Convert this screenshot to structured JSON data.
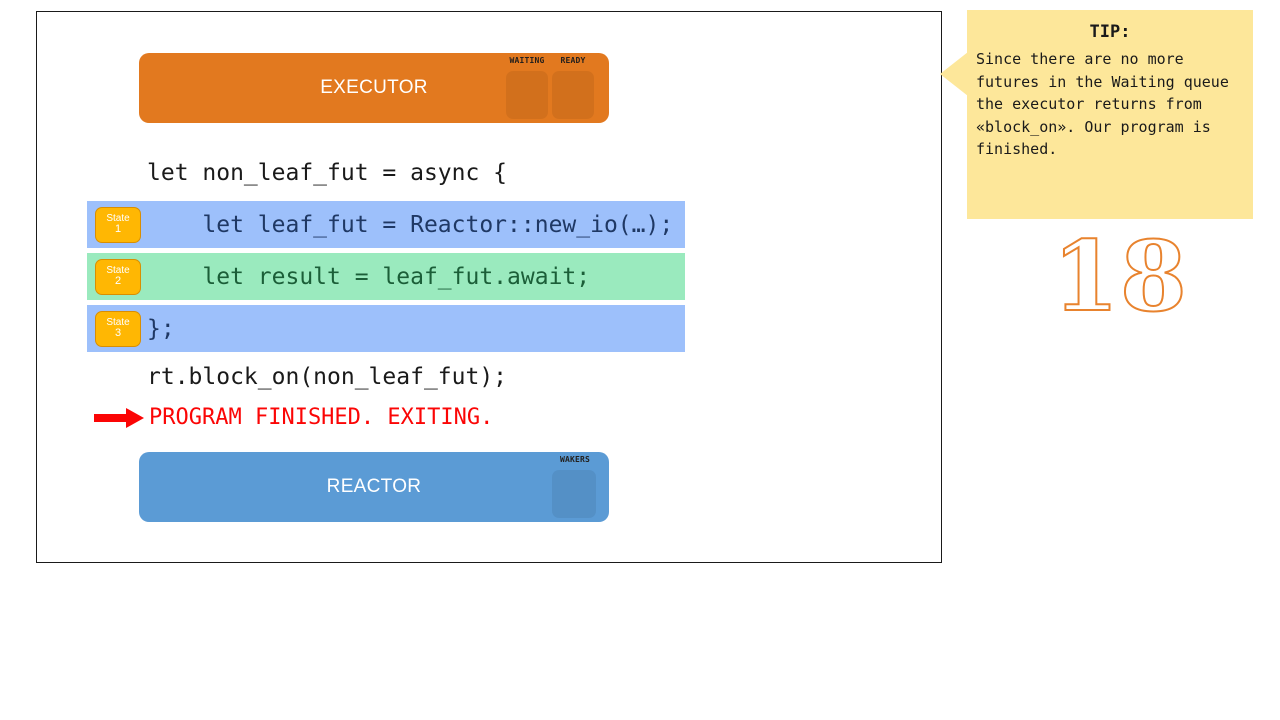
{
  "slide": {
    "number": "18",
    "executor": {
      "title": "EXECUTOR",
      "queues": [
        {
          "caption": "WAITING",
          "empty": true
        },
        {
          "caption": "READY",
          "empty": true
        }
      ]
    },
    "reactor": {
      "title": "REACTOR",
      "queues": [
        {
          "caption": "WAKERS",
          "empty": true
        }
      ]
    },
    "code": {
      "lines": [
        {
          "text": "let non_leaf_fut = async {",
          "highlight": "none",
          "state": null
        },
        {
          "text": "    let leaf_fut = Reactor::new_io(…);",
          "highlight": "blue",
          "state": "1"
        },
        {
          "text": "    let result = leaf_fut.await;",
          "highlight": "green",
          "state": "2"
        },
        {
          "text": "};",
          "highlight": "blue",
          "state": "3"
        },
        {
          "text": "rt.block_on(non_leaf_fut);",
          "highlight": "none",
          "state": null
        }
      ],
      "state_badge_word": "State",
      "state_badges": [
        "1",
        "2",
        "3"
      ]
    },
    "status": {
      "text": "PROGRAM FINISHED. EXITING.",
      "arrow_icon": "right-arrow-icon",
      "color": "#fb0505"
    },
    "tip": {
      "title": "TIP:",
      "body": "Since there are no more futures in the Waiting queue the executor returns from «block_on». Our program is finished."
    }
  },
  "colors": {
    "executor": "#e2791f",
    "reactor": "#5b9bd5",
    "highlight_blue": "#9dc0fb",
    "highlight_green": "#9aeabe",
    "state_badge": "#ffb703",
    "tip_background": "#fde79a",
    "status_red": "#fb0505",
    "slide_number_outline": "#e8832e"
  }
}
